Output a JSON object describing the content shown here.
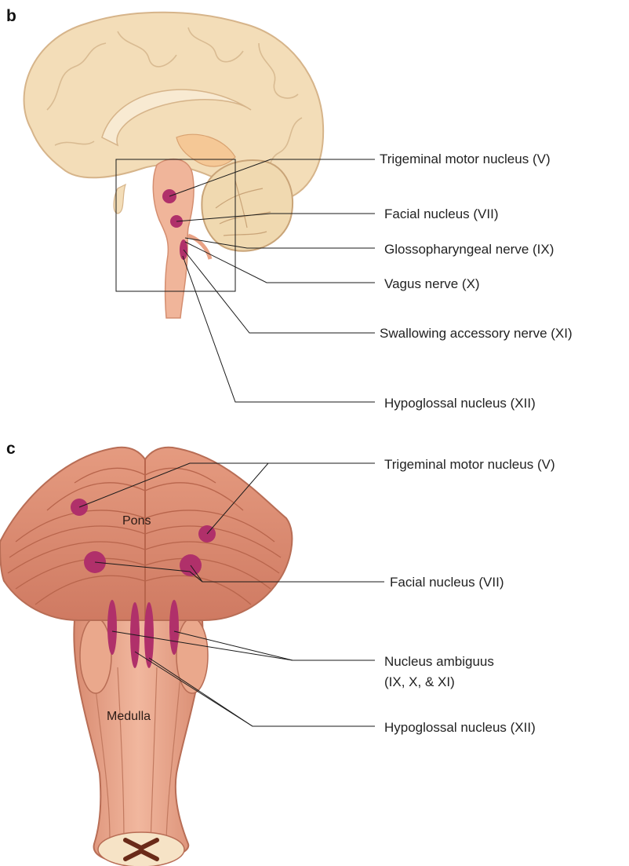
{
  "panel_b": {
    "letter": "b",
    "labels": {
      "trigeminal": "Trigeminal motor nucleus (V)",
      "facial": "Facial nucleus (VII)",
      "glosso": "Glossopharyngeal nerve (IX)",
      "vagus": "Vagus nerve (X)",
      "accessory": "Swallowing accessory nerve (XI)",
      "hypoglossal": "Hypoglossal nucleus (XII)"
    }
  },
  "panel_c": {
    "letter": "c",
    "regions": {
      "pons": "Pons",
      "medulla": "Medulla"
    },
    "labels": {
      "trigeminal": "Trigeminal motor nucleus (V)",
      "facial": "Facial nucleus (VII)",
      "ambiguus_line1": "Nucleus ambiguus",
      "ambiguus_line2": "(IX, X, & XI)",
      "hypoglossal": "Hypoglossal nucleus (XII)"
    }
  },
  "colors": {
    "brain_tissue": "#f3ddb8",
    "cerebellum": "#f0d9b0",
    "brainstem": "#f0b59a",
    "pons_muscle": "#d9826a",
    "nucleus": "#b0306a"
  }
}
